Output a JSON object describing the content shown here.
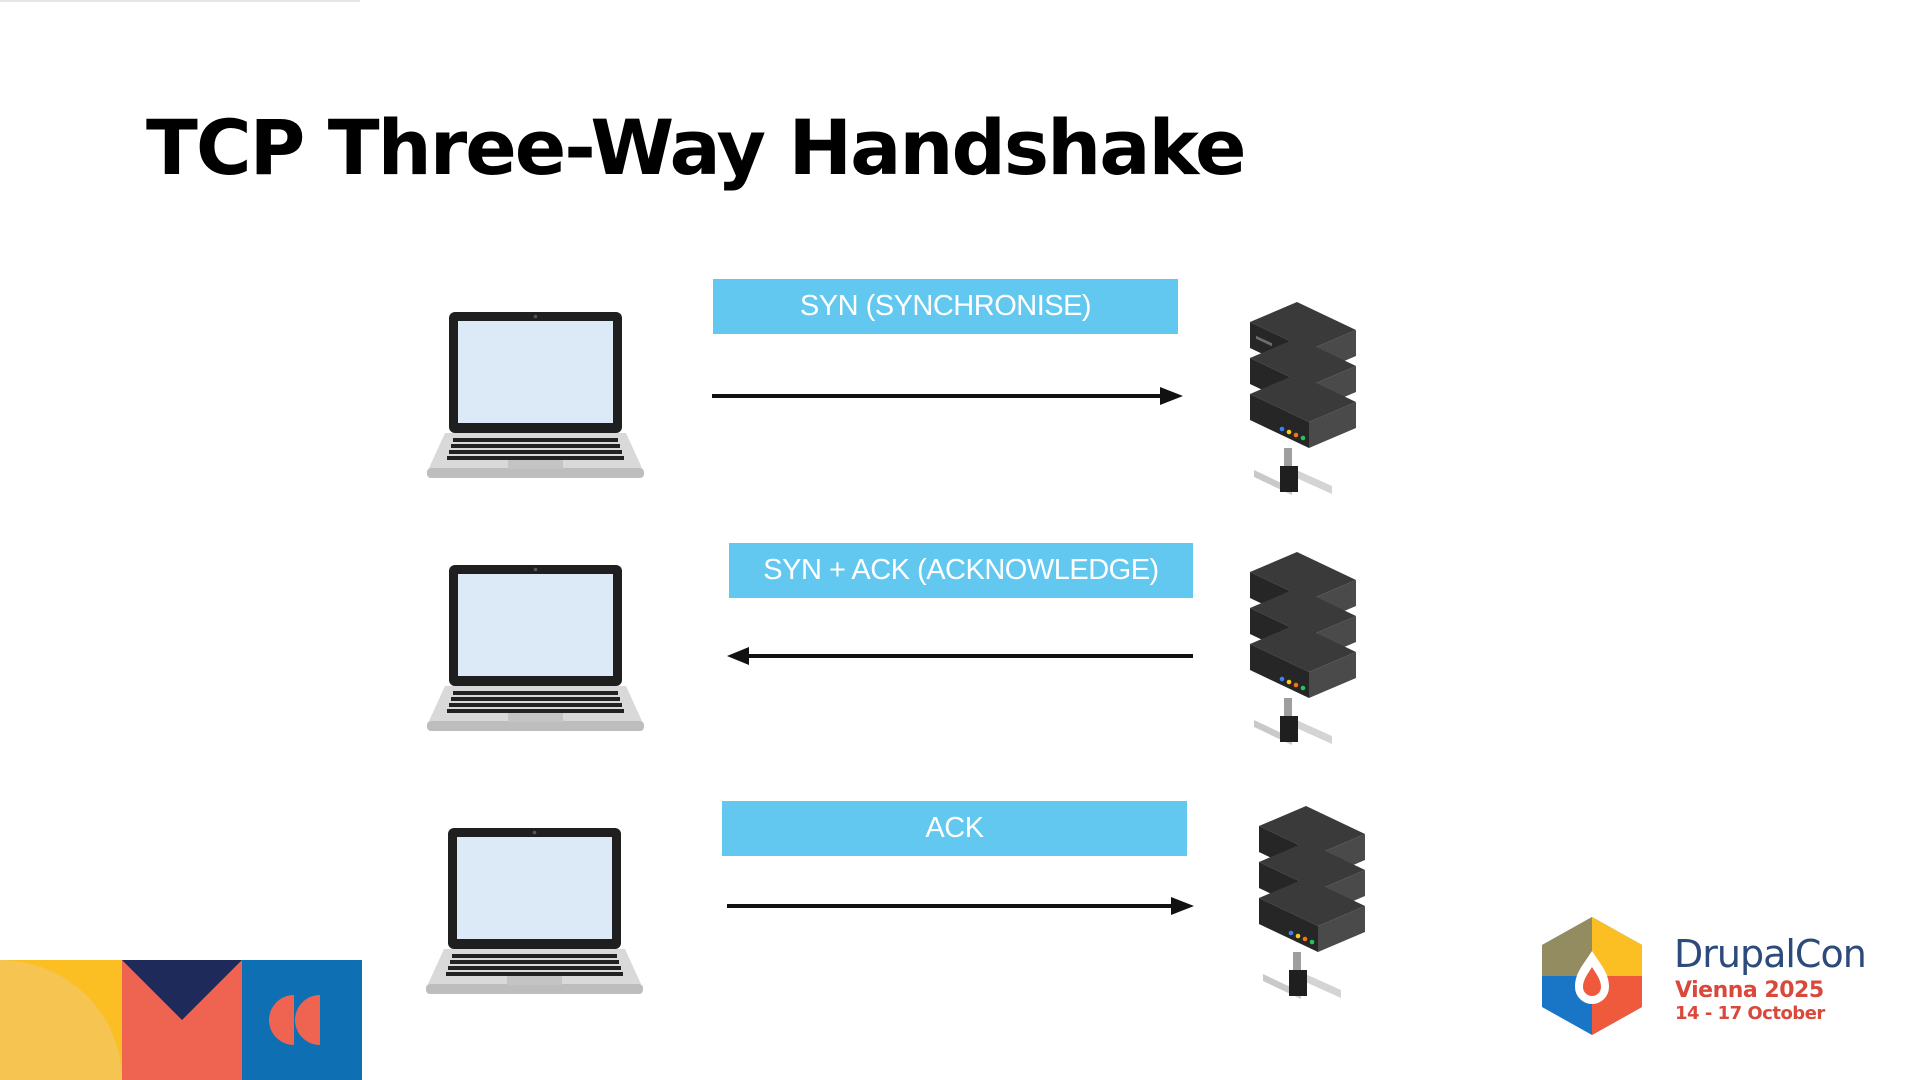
{
  "slide": {
    "title": "TCP Three-Way Handshake"
  },
  "steps": [
    {
      "label": "SYN (SYNCHRONISE)",
      "direction": "client-to-server"
    },
    {
      "label": "SYN + ACK (ACKNOWLEDGE)",
      "direction": "server-to-client"
    },
    {
      "label": "ACK",
      "direction": "client-to-server"
    }
  ],
  "colors": {
    "label_bg": "#63c8ef",
    "label_text": "#ffffff",
    "arrow": "#111111",
    "server_body": "#2b2b2b",
    "laptop_screen": "#dce9f7"
  },
  "icons": {
    "client": "laptop-icon",
    "server": "server-rack-icon"
  },
  "event": {
    "name": "DrupalCon",
    "city": "Vienna 2025",
    "dates": "14 - 17 October"
  }
}
